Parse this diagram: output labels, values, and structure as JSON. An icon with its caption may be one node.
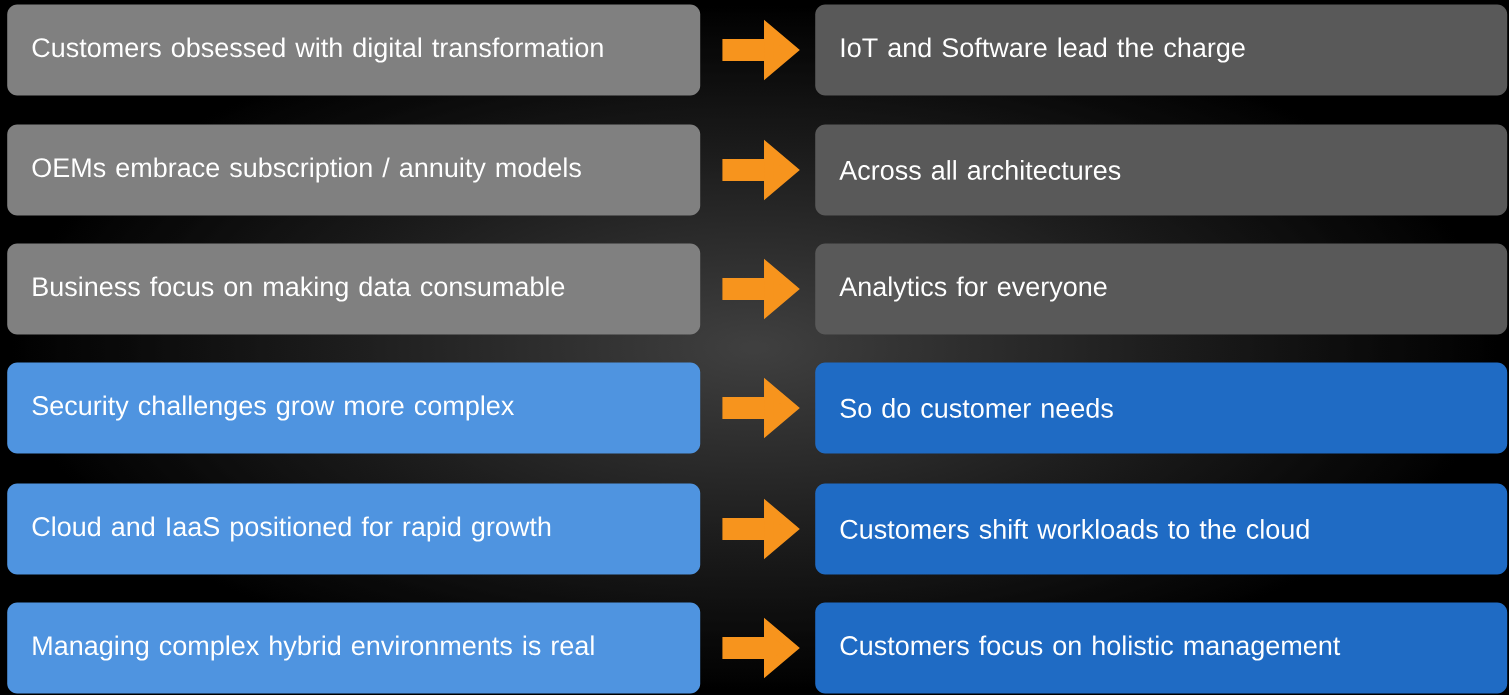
{
  "diagram": {
    "nodes": [
      {
        "text": [
          "Customers obsessed with digital transformation"
        ]
      },
      {
        "text": [
          "IoT and Software lead the charge"
        ]
      },
      {
        "text": [
          "OEMs embrace subscription / annuity models"
        ]
      },
      {
        "text": [
          "Across all architectures"
        ]
      },
      {
        "text": [
          "Business focus on making data consumable"
        ]
      },
      {
        "text": [
          "Analytics for everyone"
        ]
      },
      {
        "text": [
          "Security challenges grow more complex"
        ]
      },
      {
        "text": [
          "So do customer needs"
        ]
      },
      {
        "text": [
          "Cloud and IaaS positioned for rapid growth"
        ]
      },
      {
        "text": [
          "Customers shift workloads to the cloud"
        ]
      },
      {
        "text": [
          "Managing complex hybrid environments is real"
        ]
      },
      {
        "text": [
          "Customers focus on holistic management"
        ]
      }
    ],
    "edges": [
      {
        "from": 0,
        "to": 1,
        "arrow": "to"
      },
      {
        "from": 2,
        "to": 3,
        "arrow": "to"
      },
      {
        "from": 4,
        "to": 5,
        "arrow": "to"
      },
      {
        "from": 6,
        "to": 7,
        "arrow": "to"
      },
      {
        "from": 8,
        "to": 9,
        "arrow": "to"
      },
      {
        "from": 10,
        "to": 11,
        "arrow": "to"
      }
    ]
  }
}
